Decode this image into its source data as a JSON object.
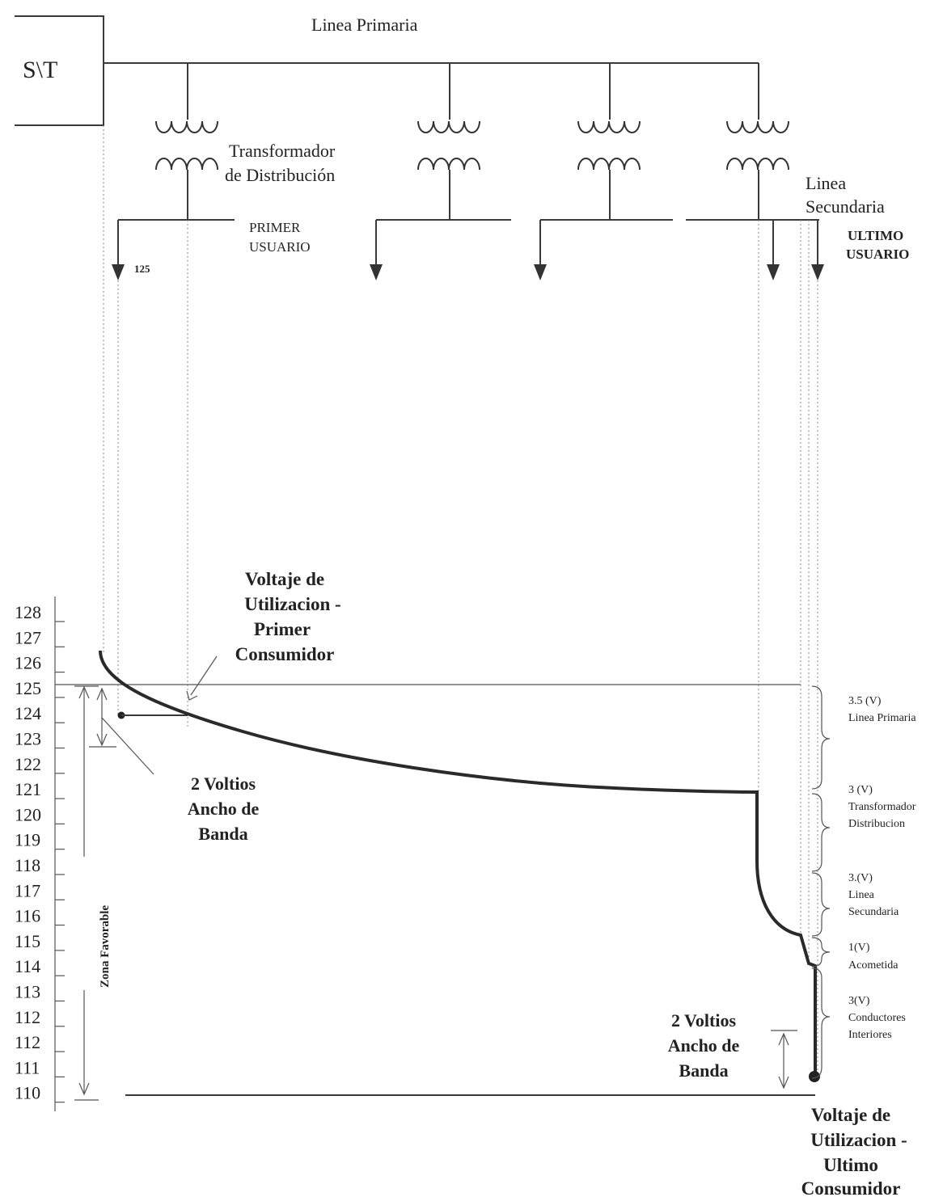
{
  "labels": {
    "substation": "S\\T",
    "primary_line": "Linea Primaria",
    "transformer_line1": "Transformador",
    "transformer_line2": "de Distribución",
    "secondary_line1": "Linea",
    "secondary_line2": "Secundaria",
    "first_user_line1": "PRIMER",
    "first_user_line2": "USUARIO",
    "first_user_value": "125",
    "last_user_line1": "ULTIMO",
    "last_user_line2": "USUARIO",
    "first_voltage_line1": "Voltaje de",
    "first_voltage_line2": "Utilizacion  -",
    "first_voltage_line3": "Primer",
    "first_voltage_line4": "Consumidor",
    "band_left_line1": "2 Voltios",
    "band_left_line2": "Ancho de",
    "band_left_line3": "Banda",
    "band_right_line1": "2 Voltios",
    "band_right_line2": "Ancho de",
    "band_right_line3": "Banda",
    "last_voltage_line1": "Voltaje de",
    "last_voltage_line2": "Utilizacion  -",
    "last_voltage_line3": "Ultimo",
    "last_voltage_line4": "Consumidor",
    "favorable_zone": "Zona Favorable"
  },
  "scale_ticks": [
    "128",
    "127",
    "126",
    "125",
    "124",
    "123",
    "122",
    "121",
    "120",
    "119",
    "118",
    "117",
    "116",
    "115",
    "114",
    "113",
    "112",
    "112",
    "111",
    "110"
  ],
  "drops": [
    {
      "value": "3.5 (V)",
      "desc": [
        "Linea Primaria"
      ]
    },
    {
      "value": "3 (V)",
      "desc": [
        "Transformador",
        "Distribucion"
      ]
    },
    {
      "value": "3.(V)",
      "desc": [
        "Linea",
        "Secundaria"
      ]
    },
    {
      "value": "1(V)",
      "desc": [
        "Acometida"
      ]
    },
    {
      "value": "3(V)",
      "desc": [
        "Conductores",
        "Interiores"
      ]
    }
  ]
}
